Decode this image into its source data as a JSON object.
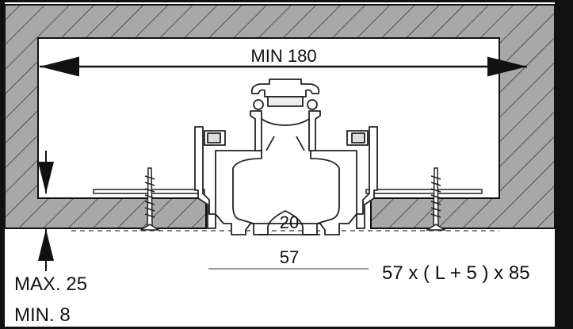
{
  "diagram": {
    "labels": {
      "min_width": "MIN 180",
      "slot_width": "20",
      "profile_width": "57",
      "dimensions_formula": "57 x ( L + 5 ) x 85",
      "max_depth": "MAX. 25",
      "min_depth": "MIN. 8"
    },
    "colors": {
      "frame": "#111111",
      "hatch_fill": "#a8a8a8",
      "hatch_line": "#3a3a3a",
      "profile": "#222222",
      "background": "#ffffff"
    }
  }
}
